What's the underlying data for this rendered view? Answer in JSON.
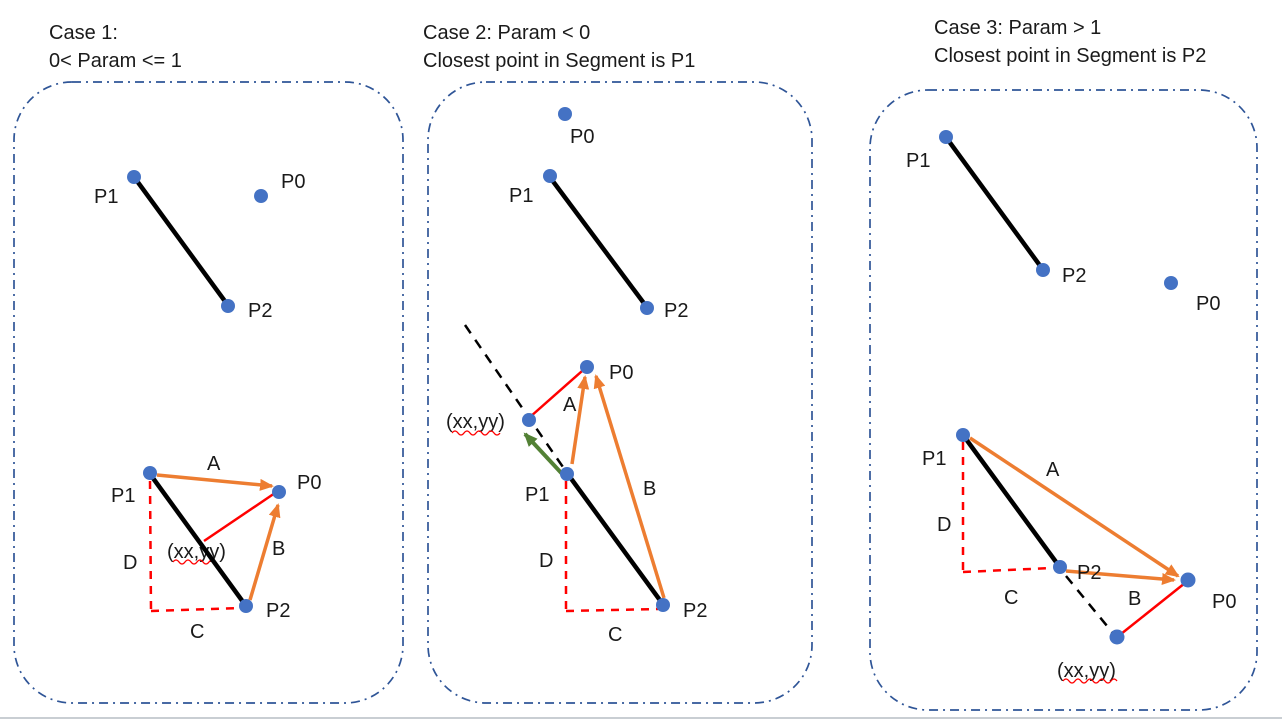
{
  "slide": {
    "description": "Closest point on a segment - three parameter cases"
  },
  "colors": {
    "point_blue": "#4472C4",
    "segment_black": "#000000",
    "vector_orange": "#ED7D31",
    "distance_red": "#FF0000",
    "param_green": "#538135",
    "panel_border_blue": "#2F5597",
    "footer_gray": "#C9CED3",
    "text_dark": "#1a1a1a"
  },
  "labels": {
    "p0": "P0",
    "p1": "P1",
    "p2": "P2",
    "a": "A",
    "b": "B",
    "c": "C",
    "d": "D",
    "xxyy": "(xx,yy)"
  },
  "panels": [
    {
      "id": "case-1",
      "title_lines": [
        "Case 1:",
        "0< Param <= 1"
      ]
    },
    {
      "id": "case-2",
      "title_lines": [
        "Case 2: Param < 0",
        "Closest point in Segment is P1"
      ]
    },
    {
      "id": "case-3",
      "title_lines": [
        "Case 3: Param > 1",
        "Closest point in Segment is P2"
      ]
    }
  ]
}
